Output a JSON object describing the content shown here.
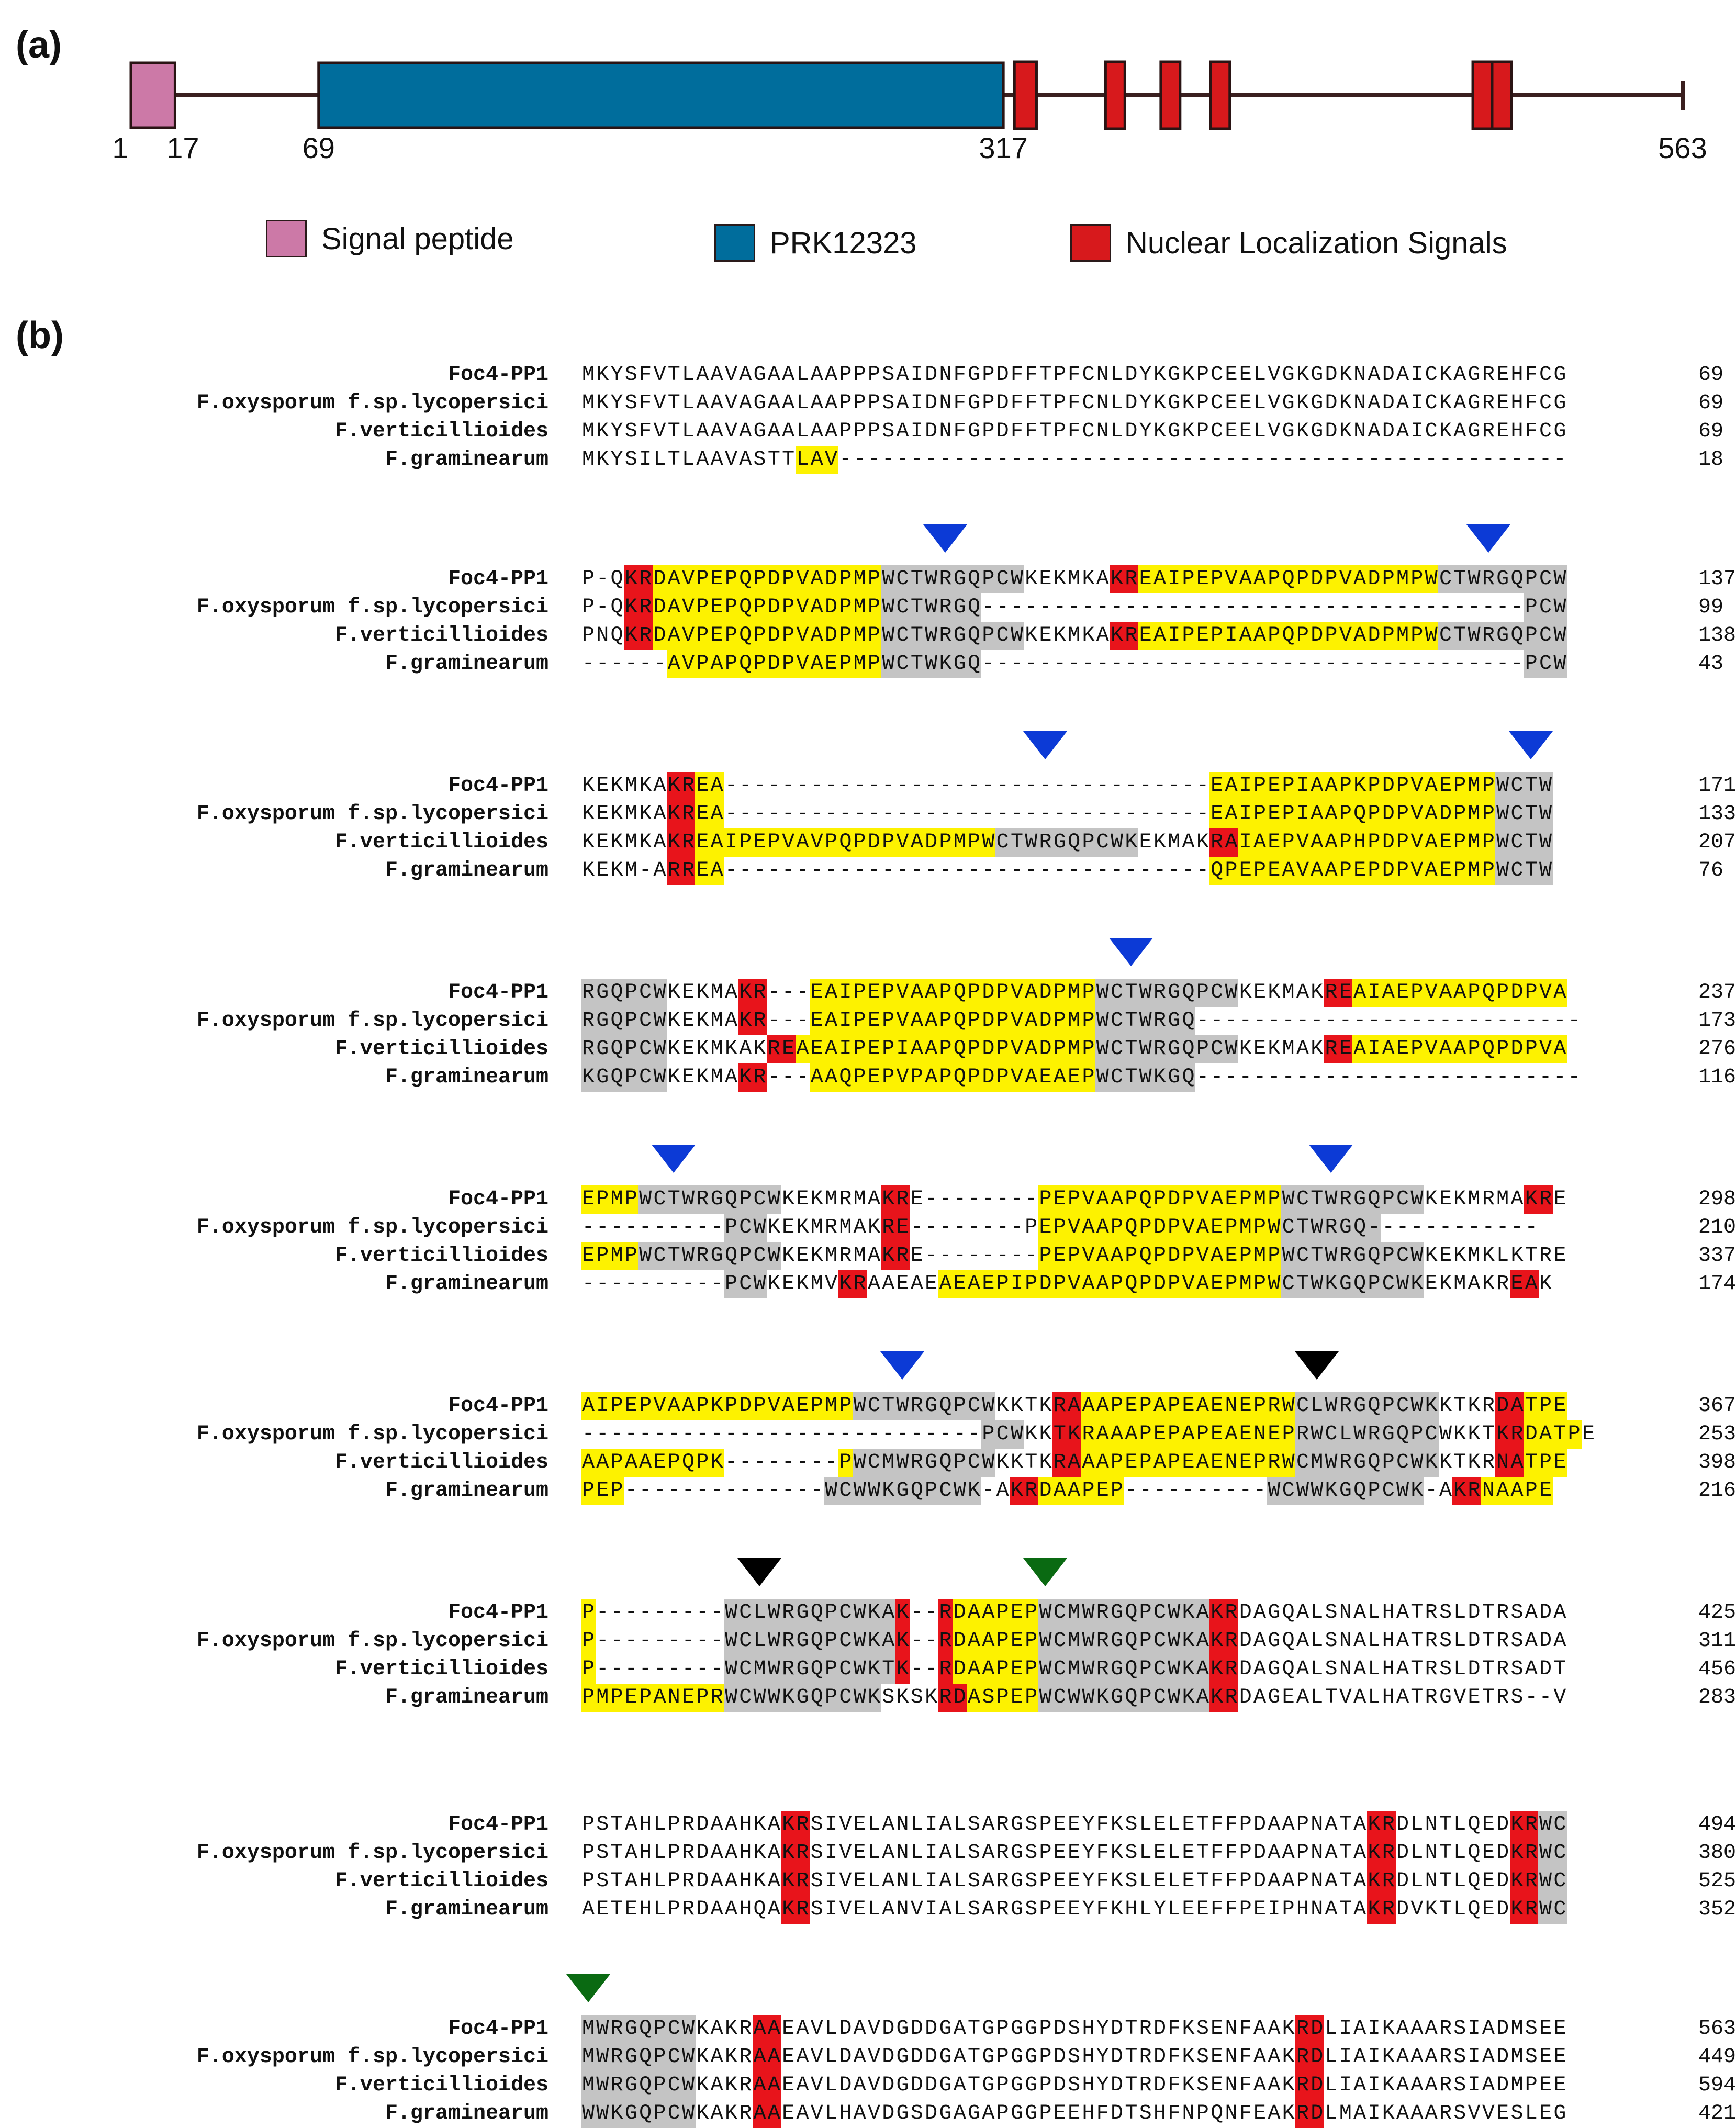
{
  "panel_a": {
    "label": "(a)",
    "protein_length": 563,
    "domains": [
      {
        "name": "signal-peptide",
        "start": 1,
        "end": 17,
        "color": "#cc79a7"
      },
      {
        "name": "prk12323",
        "start": 69,
        "end": 317,
        "color": "#006d9c"
      },
      {
        "name": "nls",
        "start": 321,
        "end": 329,
        "color": "#d7191c"
      },
      {
        "name": "nls",
        "start": 354,
        "end": 361,
        "color": "#d7191c"
      },
      {
        "name": "nls",
        "start": 374,
        "end": 381,
        "color": "#d7191c"
      },
      {
        "name": "nls",
        "start": 392,
        "end": 399,
        "color": "#d7191c"
      },
      {
        "name": "nls",
        "start": 487,
        "end": 494,
        "color": "#d7191c"
      },
      {
        "name": "nls",
        "start": 494,
        "end": 501,
        "color": "#d7191c"
      }
    ],
    "position_labels": [
      "1",
      "17",
      "69",
      "317",
      "563"
    ],
    "position_values": [
      1,
      17,
      69,
      317,
      563
    ],
    "legend": [
      {
        "label": "Signal peptide",
        "color": "#cc79a7"
      },
      {
        "label": "PRK12323",
        "color": "#006d9c"
      },
      {
        "label": "Nuclear Localization Signals",
        "color": "#d7191c"
      }
    ]
  },
  "panel_b": {
    "label": "(b)",
    "sequence_names": [
      "Foc4-PP1",
      "F.oxysporum f.sp.lycopersici",
      "F.verticillioides",
      "F.graminearum"
    ],
    "colors": {
      "nls": "#e8141b",
      "yellow": "#fdf200",
      "grey": "#c4c4c4",
      "blue_marker": "#0c3ad6",
      "black_marker": "#000000",
      "green_marker": "#0a6a12"
    },
    "blocks": [
      {
        "rows": [
          {
            "seq": "MKYSFVTLAAVAGAALAAPPPSAIDNFGPDFFTPFCNLDYKGKPCEELVGKGDKNADAICKAGREHFCG",
            "hl": "",
            "num": "69"
          },
          {
            "seq": "MKYSFVTLAAVAGAALAAPPPSAIDNFGPDFFTPFCNLDYKGKPCEELVGKGDKNADAICKAGREHFCG",
            "hl": "",
            "num": "69"
          },
          {
            "seq": "MKYSFVTLAAVAGAALAAPPPSAIDNFGPDFFTPFCNLDYKGKPCEELVGKGDKNADAICKAGREHFCG",
            "hl": "",
            "num": "69"
          },
          {
            "seq": "MKYSILTLAAVASTTLAV---------------------------------------------------",
            "hl": "...............YYY...................................................",
            "num": "18"
          }
        ],
        "markers": []
      },
      {
        "rows": [
          {
            "seq": "P-QKRDAVPEPQPDPVADPMPWCTWRGQPCWKEKMKAKREAIPEPVAAPQPDPVADPMPWCTWRGQPCW",
            "hl": "...RRYYYYYYYYYYYYYYYYGGGGGGGGGG......RRYYYYYYYYYYYYYYYYYYYYYGGGGGGGGGG",
            "num": "137"
          },
          {
            "seq": "P-QKRDAVPEPQPDPVADPMPWCTWRGQ--------------------------------------PCW",
            "hl": "...RRYYYYYYYYYYYYYYYYGGGGGGG......................................GGG",
            "num": "99"
          },
          {
            "seq": "PNQKRDAVPEPQPDPVADPMPWCTWRGQPCWKEKMKAKREAIPEPIAAPQPDPVADPMPWCTWRGQPCW",
            "hl": "...RRYYYYYYYYYYYYYYYYGGGGGGGGGG......RRYYYYYYYYYYYYYYYYYYYYYGGGGGGGGGG",
            "num": "138"
          },
          {
            "seq": "------AVPAPQPDPVAEPMPWCTWKGQ--------------------------------------PCW",
            "hl": "......YYYYYYYYYYYYYYYGGGGGGG......................................GGG",
            "num": "43"
          }
        ],
        "markers": [
          {
            "col": 25,
            "color": "blue"
          },
          {
            "col": 63,
            "color": "blue"
          }
        ]
      },
      {
        "rows": [
          {
            "seq": "KEKMKAKREA----------------------------------EAIPEPIAAPKPDPVAEPMPWCTW",
            "hl": "......RRYY..................................YYYYYYYYYYYYYYYYYYYYGGGG",
            "num": "171"
          },
          {
            "seq": "KEKMKAKREA----------------------------------EAIPEPIAAPQPDPVADPMPWCTW",
            "hl": "......RRYY..................................YYYYYYYYYYYYYYYYYYYYGGGG",
            "num": "133"
          },
          {
            "seq": "KEKMKAKREAIPEPVAVPQPDPVADPMPWCTWRGQPCWKEKMAKRAIAEPVAAPHPDPVAEPMPWCTW",
            "hl": "......RRYYYYYYYYYYYYYYYYYYYYYGGGGGGGGGG.....RRYYYYYYYYYYYYYYYYYYGGGG",
            "num": "207"
          },
          {
            "seq": "KEKM-ARREA----------------------------------QPEPEAVAAPEPDPVAEPMPWCTW",
            "hl": "......RRYY..................................YYYYYYYYYYYYYYYYYYYYGGGG",
            "num": "76"
          }
        ],
        "markers": [
          {
            "col": 32,
            "color": "blue"
          },
          {
            "col": 66,
            "color": "blue"
          }
        ]
      },
      {
        "rows": [
          {
            "seq": "RGQPCWKEKMAKR---EAIPEPVAAPQPDPVADPMPWCTWRGQPCWKEKMAKREAIAEPVAAPQPDPVA",
            "hl": "GGGGGG.....RR...YYYYYYYYYYYYYYYYYYYYGGGGGGGGGG......RRYYYYYYYYYYYYYYYY",
            "num": "237"
          },
          {
            "seq": "RGQPCWKEKMAKR---EAIPEPVAAPQPDPVADPMPWCTWRGQ---------------------------",
            "hl": "GGGGGG.....RR...YYYYYYYYYYYYYYYYYYYYGGGGGGG...........................",
            "num": "173"
          },
          {
            "seq": "RGQPCWKEKMKAKREAEAIPEPIAAPQPDPVADPMPWCTWRGQPCWKEKMAKREAIAEPVAAPQPDPVA",
            "hl": "GGGGGG.......RRYYYYYYYYYYYYYYYYYYYYYGGGGGGGGGG......RRYYYYYYYYYYYYYYYY",
            "num": "276"
          },
          {
            "seq": "KGQPCWKEKMAKR---AAQPEPVPAPQPDPVAEAEPWCTWKGQ---------------------------",
            "hl": "GGGGGG.....RR...YYYYYYYYYYYYYYYYYYYYGGGGGGG...........................",
            "num": "116"
          }
        ],
        "markers": [
          {
            "col": 38,
            "color": "blue"
          }
        ]
      },
      {
        "rows": [
          {
            "seq": "EPMPWCTWRGQPCWKEKMRMAKRE--------PEPVAAPQPDPVAEPMPWCTWRGQPCWKEKMRMAKRE",
            "hl": "YYYYGGGGGGGGGG.......RR.........YYYYYYYYYYYYYYYYYGGGGGGGGGG.......RR.",
            "num": "298"
          },
          {
            "seq": "----------PCWKEKMRMAKRE--------PEPVAAPQPDPVAEPMPWCTWRGQ------------",
            "hl": "..........GGG........RR.........YYYYYYYYYYYYYYYYYGGGGGGG............",
            "num": "210"
          },
          {
            "seq": "EPMPWCTWRGQPCWKEKMRMAKRE--------PEPVAAPQPDPVAEPMPWCTWRGQPCWKEKMKLKTRE",
            "hl": "YYYYGGGGGGGGGG.......RR.........YYYYYYYYYYYYYYYYYGGGGGGGGGG..........",
            "num": "337"
          },
          {
            "seq": "----------PCWKEKMVKRAAEAEAEAEPIPDPVAAPQPDPVAEPMPWCTWKGQPCWKEKMAKREAK",
            "hl": "..........GGG.....RR.....YYYYYYYYYYYYYYYYYYYYYYYYGGGGGGGGGG......RR..",
            "num": "174"
          }
        ],
        "markers": [
          {
            "col": 6,
            "color": "blue"
          },
          {
            "col": 52,
            "color": "blue"
          }
        ]
      },
      {
        "rows": [
          {
            "seq": "AIPEPVAAPKPDPVAEPMPWCTWRGQPCWKKTKRAAAPEPAPEAENEPRWCLWRGQPCWKKTKRDATPE",
            "hl": "YYYYYYYYYYYYYYYYYYYGGGGGGGGGG....RRYYYYYYYYYYYYYYYGGGGGGGGGG....RRYYYY",
            "num": "367"
          },
          {
            "seq": "----------------------------PCWKKTKRAAAPEPAPEAENEPRWCLWRGQPCWKKTKRDATPE",
            "hl": "............................GGG..RRYYYYYYYYYYYYYYYGGGGGGGGGG....RRYYYY",
            "num": "253"
          },
          {
            "seq": "AAPAAEPQPK--------PWCMWRGQPCWKKTKRAAAPEPAPEAENEPRWCMWRGQPCWKKTKRNATPE",
            "hl": "YYYYYYYYYY........YGGGGGGGGGG....RRYYYYYYYYYYYYYYYGGGGGGGGGG....RRYYYY",
            "num": "398"
          },
          {
            "seq": "PEP--------------WCWWKGQPCWK-AKRDAAPEP----------WCWWKGQPCWK-AKRNAAPE",
            "hl": "YYY..............GGGGGGGGGGG..RRYYYYYY..........GGGGGGGGGGG..RRYYYYY",
            "num": "216"
          }
        ],
        "markers": [
          {
            "col": 22,
            "color": "blue"
          },
          {
            "col": 51,
            "color": "black"
          }
        ]
      },
      {
        "rows": [
          {
            "seq": "P---------WCLWRGQPCWKAK--RDAAPEPWCMWRGQPCWKAKRDAGQALSNALHATRSLDTRSADA",
            "hl": "Y.........GGGGGGGGGGGGR..RYYYYYYGGGGGGGGGGGGRR........................",
            "num": "425"
          },
          {
            "seq": "P---------WCLWRGQPCWKAK--RDAAPEPWCMWRGQPCWKAKRDAGQALSNALHATRSLDTRSADA",
            "hl": "Y.........GGGGGGGGGGGGR..RYYYYYYGGGGGGGGGGGGRR........................",
            "num": "311"
          },
          {
            "seq": "P---------WCMWRGQPCWKTK--RDAAPEPWCMWRGQPCWKAKRDAGQALSNALHATRSLDTRSADT",
            "hl": "Y.........GGGGGGGGGGGGR..RYYYYYYGGGGGGGGGGGGRR........................",
            "num": "456"
          },
          {
            "seq": "PMPEPANEPRWCWWKGQPCWKSKSKRDASPEPWCWWKGQPCWKAKRDAGEALTVALHATRGVETRS--V",
            "hl": "YYYYYYYYYYGGGGGGGGGGG....RRYYYYYGGGGGGGGGGGGRR........................",
            "num": "283"
          }
        ],
        "markers": [
          {
            "col": 12,
            "color": "black"
          },
          {
            "col": 32,
            "color": "green"
          }
        ]
      },
      {
        "rows": [
          {
            "seq": "PSTAHLPRDAAHKAKRSIVELANLIALSARGSPEEYFKSLELETFFPDAAPNATAKRDLNTLQEDKRWC",
            "hl": "..............RR.......................................RR........RRGG",
            "num": "494"
          },
          {
            "seq": "PSTAHLPRDAAHKAKRSIVELANLIALSARGSPEEYFKSLELETFFPDAAPNATAKRDLNTLQEDKRWC",
            "hl": "..............RR.......................................RR........RRGG",
            "num": "380"
          },
          {
            "seq": "PSTAHLPRDAAHKAKRSIVELANLIALSARGSPEEYFKSLELETFFPDAAPNATAKRDLNTLQEDKRWC",
            "hl": "..............RR.......................................RR........RRGG",
            "num": "525"
          },
          {
            "seq": "AETEHLPRDAAHQAKRSIVELANVIALSARGSPEEYFKHLYLEEFFPEIPHNATAKRDVKTLQEDKRWC",
            "hl": "..............RR.......................................RR........RRGG",
            "num": "352"
          }
        ],
        "markers": []
      },
      {
        "rows": [
          {
            "seq": "MWRGQPCWKAKRAAEAVLDAVDGDDGATGPGGPDSHYDTRDFKSENFAAKRDLIAIKAAARSIADMSEE",
            "hl": "GGGGGGGG....RR....................................RR.................",
            "num": "563"
          },
          {
            "seq": "MWRGQPCWKAKRAAEAVLDAVDGDDGATGPGGPDSHYDTRDFKSENFAAKRDLIAIKAAARSIADMSEE",
            "hl": "GGGGGGGG....RR....................................RR.................",
            "num": "449"
          },
          {
            "seq": "MWRGQPCWKAKRAAEAVLDAVDGDDGATGPGGPDSHYDTRDFKSENFAAKRDLIAIKAAARSIADMPEE",
            "hl": "GGGGGGGG....RR....................................RR.................",
            "num": "594"
          },
          {
            "seq": "WWKGQPCWKAKRAAEAVLHAVDGSDGAGAPGGPEEHFDTSHFNPQNFEAKRDLMAIKAAARSVVESLEG",
            "hl": "GGGGGGGG....RR....................................RR.................",
            "num": "421"
          }
        ],
        "markers": [
          {
            "col": 0,
            "color": "green"
          }
        ]
      }
    ]
  }
}
